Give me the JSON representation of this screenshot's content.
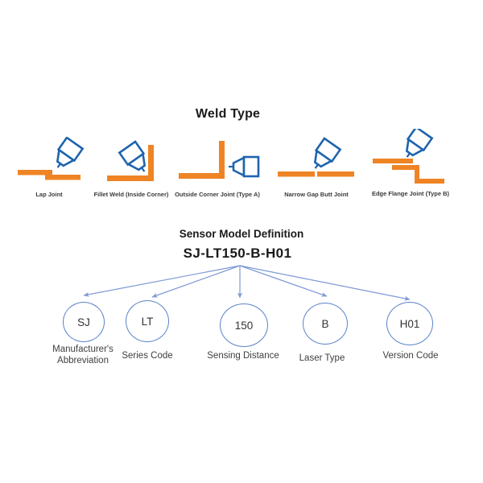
{
  "colors": {
    "orange": "#EE8424",
    "sensor_blue": "#1E64AE",
    "arrow_blue": "#7E99D6",
    "circle_stroke": "#5B83C8",
    "heading": "#1A1A1A",
    "label": "#3E3E3E"
  },
  "weld_section": {
    "title": "Weld Type",
    "joints": [
      {
        "label": "Lap Joint"
      },
      {
        "label": "Fillet Weld (Inside Corner)"
      },
      {
        "label": "Outside Corner Joint (Type A)"
      },
      {
        "label": "Narrow Gap Butt Joint"
      },
      {
        "label": "Edge Flange Joint (Type B)"
      }
    ]
  },
  "model_section": {
    "title": "Sensor Model Definition",
    "model_number": "SJ-LT150-B-H01",
    "parts": [
      {
        "code": "SJ",
        "label": "Manufacturer's Abbreviation"
      },
      {
        "code": "LT",
        "label": "Series Code"
      },
      {
        "code": "150",
        "label": "Sensing Distance"
      },
      {
        "code": "B",
        "label": "Laser Type"
      },
      {
        "code": "H01",
        "label": "Version Code"
      }
    ]
  }
}
